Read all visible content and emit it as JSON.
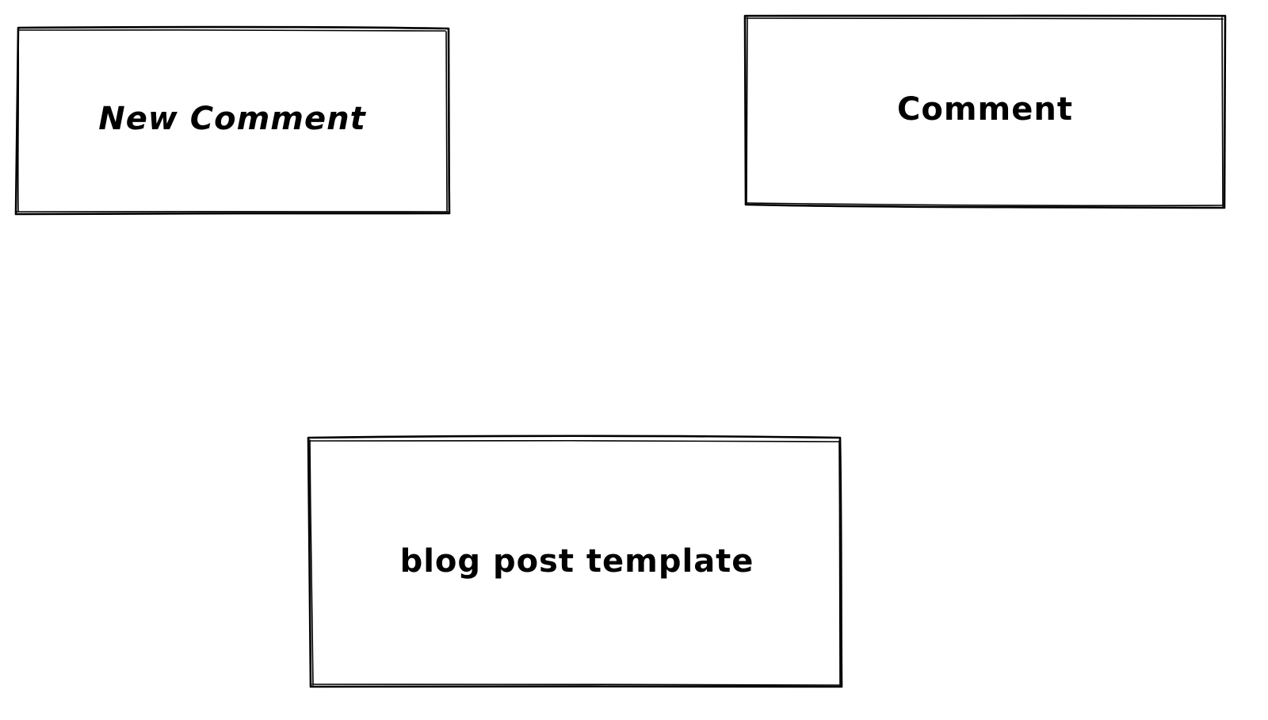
{
  "diagram": {
    "nodes": [
      {
        "id": "new-comment",
        "label": "New Comment"
      },
      {
        "id": "comment",
        "label": "Comment"
      },
      {
        "id": "blog-post-template",
        "label": "blog post template"
      }
    ]
  },
  "colors": {
    "stroke": "#000000",
    "background": "#ffffff"
  }
}
